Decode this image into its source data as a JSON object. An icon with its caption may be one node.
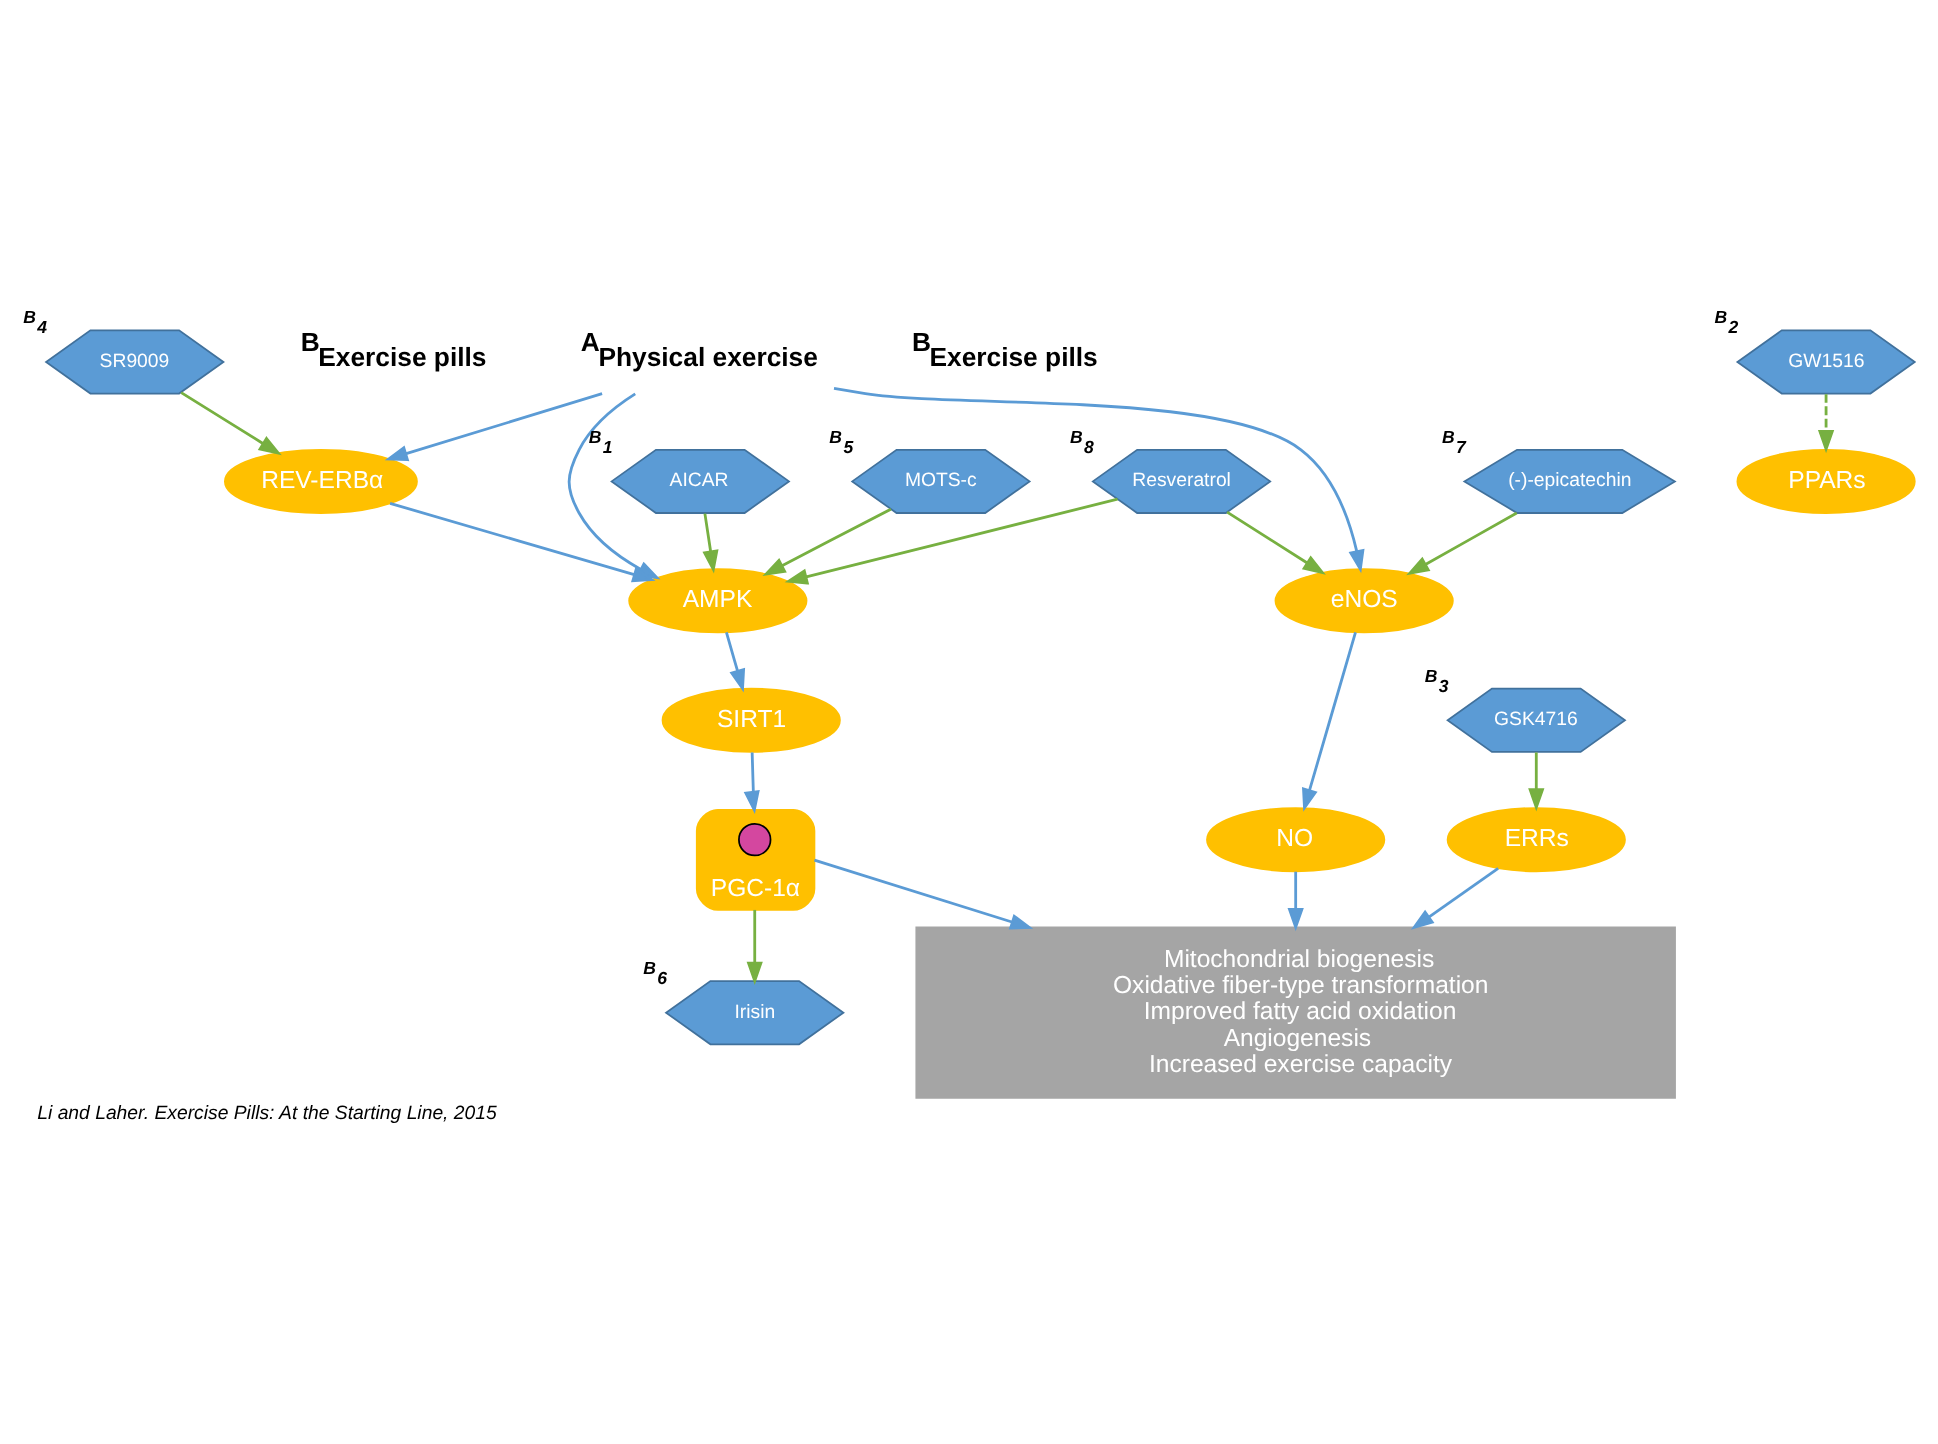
{
  "diagram": {
    "caption": "Li and Laher. Exercise Pills: At the Starting Line, 2015",
    "nodes": [
      {
        "text": [
          "$^{A}$Physical exercise"
        ]
      },
      {
        "text": [
          "SR9009"
        ],
        "beside": [
          "B$_{4}$"
        ]
      },
      {
        "text": [
          "REV-ERBα"
        ]
      },
      {
        "text": [
          "AICAR"
        ],
        "beside": [
          "B$_{1}$"
        ]
      },
      {
        "text": [
          "AMPK"
        ]
      },
      {
        "text": [
          "MOTS-c"
        ],
        "beside": [
          "B$_{5}$"
        ]
      },
      {
        "text": [
          "Irisin"
        ],
        "beside": [
          "B$_{6}$"
        ]
      },
      {
        "text": [
          "GW1516"
        ],
        "beside": [
          "B$_{2}$"
        ]
      },
      {
        "text": [
          "SIRT1"
        ]
      },
      {
        "text": [
          "Resveratrol"
        ],
        "beside": [
          "B$_{8}$"
        ]
      },
      {
        "text": [
          "PPARs"
        ]
      },
      {
        "text": [
          "GSK4716"
        ],
        "beside": [
          "B$_{3}$"
        ]
      },
      {
        "text": [
          "(-)-epicatechin"
        ],
        "beside": [
          "B$_{7}$"
        ]
      },
      {
        "text": [
          "PGC-1α"
        ]
      },
      {
        "text": [],
        "shape": "circle",
        "in": 13
      },
      {
        "text": [
          "ERRs"
        ]
      },
      {
        "text": [
          "eNOS"
        ]
      },
      {
        "text": [
          "NO"
        ]
      },
      {
        "text": [
          "Mitochondrial biogenesis",
          "Oxidative fiber-type transformation",
          "Improved fatty acid oxidation",
          "Angiogenesis",
          "Increased exercise capacity"
        ]
      }
    ],
    "edges": [
      {
        "from": 0,
        "to": 2,
        "arrow": "to",
        "color": "#5b9bd5"
      },
      {
        "from": 0,
        "to": 4,
        "arrow": "to",
        "color": "#5b9bd5"
      },
      {
        "from": 0,
        "to": 16,
        "arrow": "to",
        "color": "#5b9bd5"
      },
      {
        "from": 1,
        "to": 2,
        "arrow": "to",
        "color": "#77b041"
      },
      {
        "from": 2,
        "to": 4,
        "arrow": "to",
        "color": "#5b9bd5"
      },
      {
        "from": 3,
        "to": 4,
        "arrow": "to",
        "color": "#77b041"
      },
      {
        "from": 5,
        "to": 4,
        "arrow": "to",
        "color": "#77b041"
      },
      {
        "from": 9,
        "to": 4,
        "arrow": "to",
        "color": "#77b041"
      },
      {
        "from": 4,
        "to": 8,
        "arrow": "to",
        "color": "#5b9bd5"
      },
      {
        "from": 7,
        "to": 10,
        "arrow": "to",
        "style": "dashed",
        "color": "#77b041"
      },
      {
        "from": 8,
        "to": 13,
        "arrow": "to",
        "color": "#5b9bd5"
      },
      {
        "from": 11,
        "to": 15,
        "arrow": "to",
        "color": "#77b041"
      },
      {
        "from": 13,
        "to": 6,
        "arrow": "to",
        "color": "#77b041"
      },
      {
        "from": 9,
        "to": 16,
        "arrow": "to",
        "color": "#77b041"
      },
      {
        "from": 12,
        "to": 16,
        "arrow": "to",
        "color": "#77b041"
      },
      {
        "from": 16,
        "to": 17,
        "arrow": "to",
        "color": "#5b9bd5"
      },
      {
        "from": 15,
        "to": 18,
        "arrow": "to",
        "color": "#5b9bd5"
      },
      {
        "from": 13,
        "to": 18,
        "arrow": "to",
        "color": "#5b9bd5"
      },
      {
        "from": 17,
        "to": 18,
        "arrow": "to",
        "color": "#5b9bd5"
      }
    ],
    "labels": [
      "$^{B}$Exercise pills",
      "$^{B}$Exercise pills"
    ]
  }
}
